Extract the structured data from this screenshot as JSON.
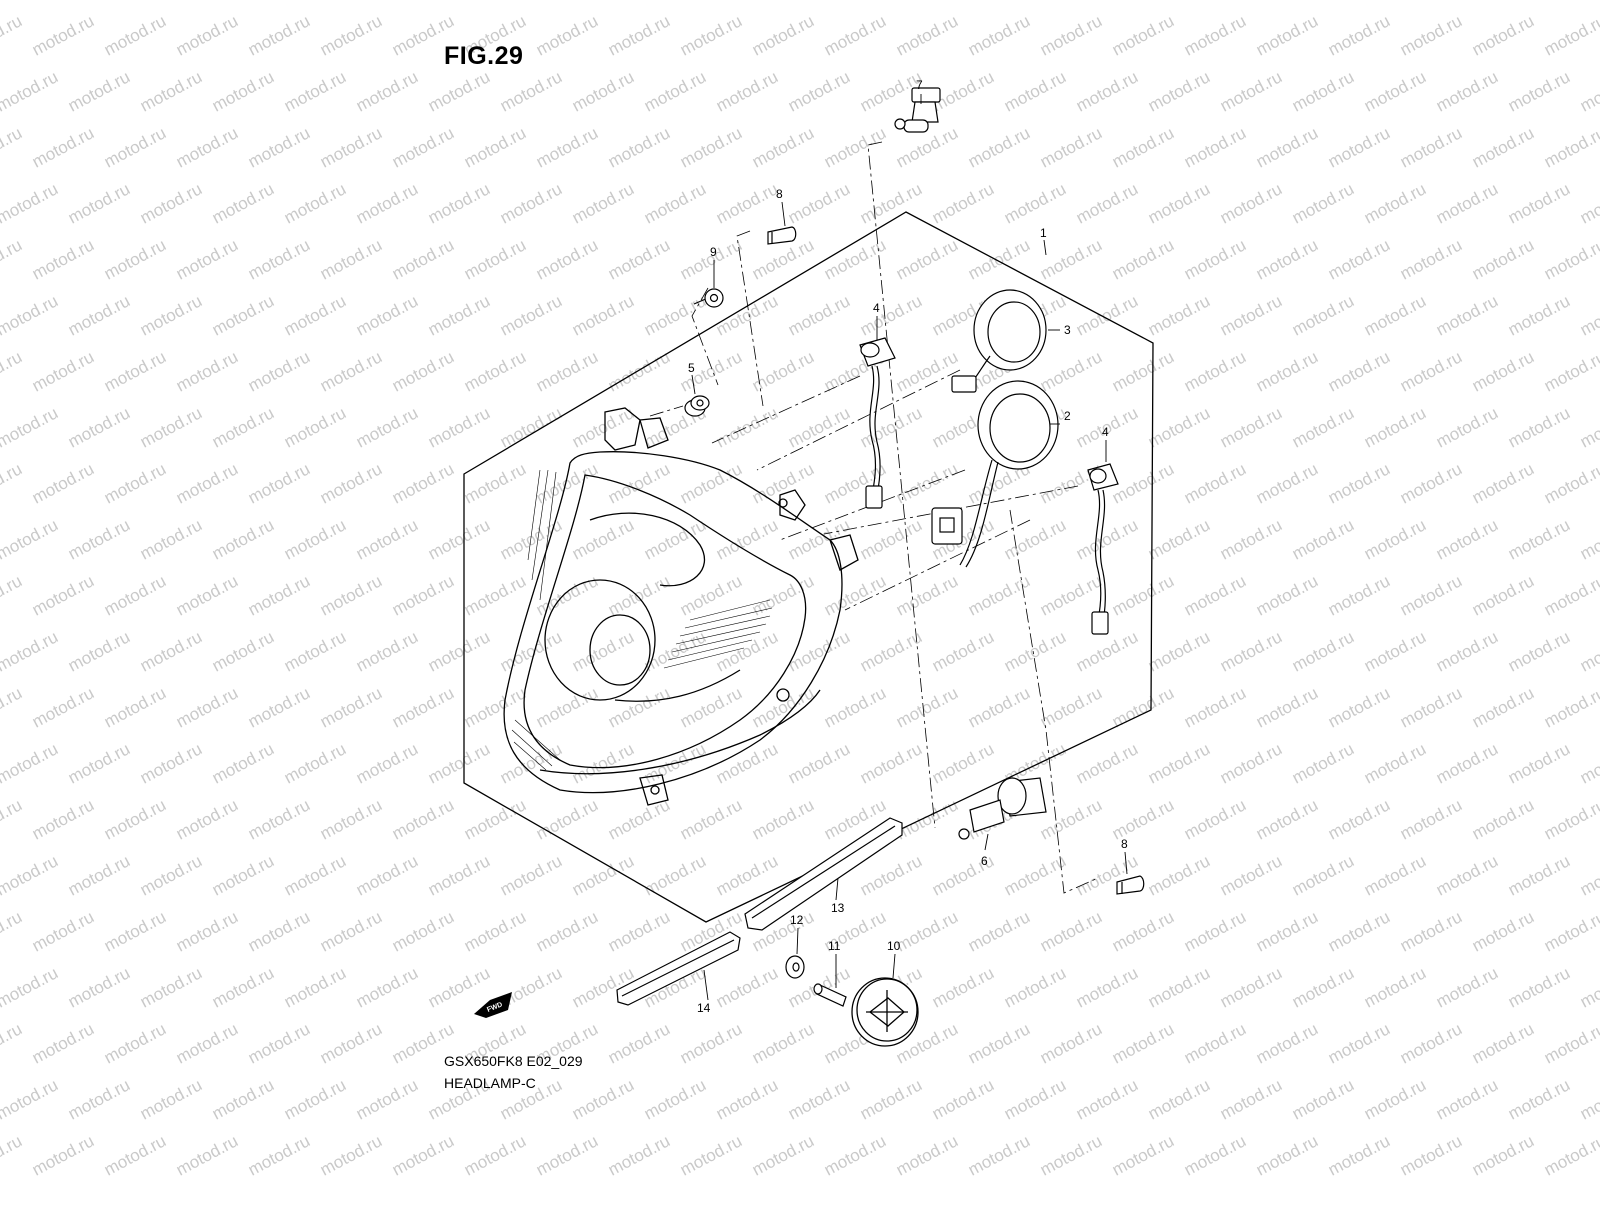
{
  "figure": {
    "title": "FIG.29",
    "model_code": "GSX650FK8 E02_029",
    "name": "HEADLAMP-C"
  },
  "watermark": {
    "text": "motod.ru",
    "color": "#c9c9c9"
  },
  "forward_marker": {
    "text": "FWD"
  },
  "callouts": {
    "c1": "1",
    "c2": "2",
    "c3": "3",
    "c4a": "4",
    "c4b": "4",
    "c5": "5",
    "c6": "6",
    "c7": "7",
    "c8a": "8",
    "c8b": "8",
    "c9": "9",
    "c10": "10",
    "c11": "11",
    "c12": "12",
    "c13": "13",
    "c14": "14"
  }
}
